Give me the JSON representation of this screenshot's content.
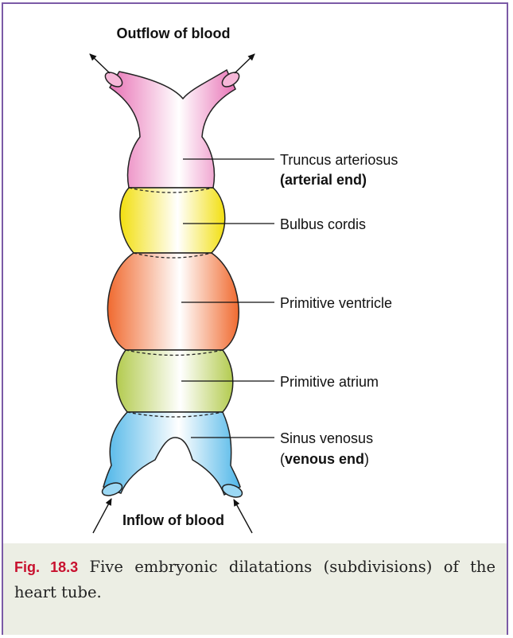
{
  "diagram": {
    "title_top": "Outflow of blood",
    "title_bottom": "Inflow of blood",
    "labels": [
      {
        "line1": "Truncus arteriosus",
        "line2": "(arterial end)"
      },
      {
        "line1": "Bulbus cordis"
      },
      {
        "line1": "Primitive ventricle"
      },
      {
        "line1": "Primitive atrium"
      },
      {
        "line1": "Sinus venosus",
        "line2_open": "(",
        "line2_bold": "venous end",
        "line2_close": ")"
      }
    ],
    "colors": {
      "truncus": "#f29bc9",
      "bulbus": "#f6e832",
      "ventricle": "#f3814d",
      "atrium": "#c3d66c",
      "sinus": "#6ec6ee",
      "frame": "#7b5aa6",
      "figure_number": "#c8102e"
    }
  },
  "caption": {
    "figure_number": "Fig. 18.3",
    "text": " Five embryonic dilatations (subdivisions) of the heart tube."
  }
}
